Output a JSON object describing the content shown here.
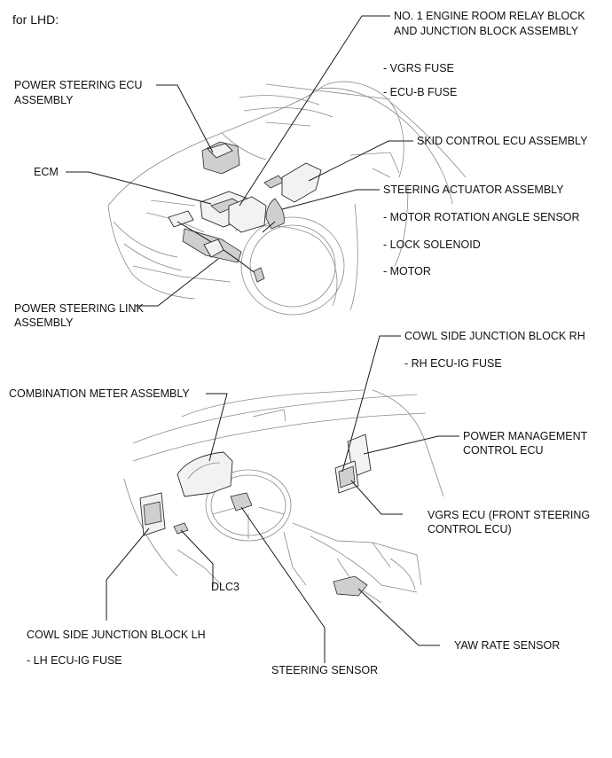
{
  "header": "for LHD:",
  "top_labels": {
    "relay_block_1": "NO. 1 ENGINE ROOM RELAY BLOCK",
    "relay_block_2": "AND JUNCTION BLOCK ASSEMBLY",
    "vgrs_fuse": "- VGRS FUSE",
    "ecu_b_fuse": "- ECU-B FUSE",
    "ps_ecu_1": "POWER STEERING ECU",
    "ps_ecu_2": "ASSEMBLY",
    "skid_control": "SKID CONTROL ECU ASSEMBLY",
    "ecm": "ECM",
    "steering_actuator": "STEERING ACTUATOR ASSEMBLY",
    "motor_rotation": "- MOTOR ROTATION ANGLE SENSOR",
    "lock_solenoid": "- LOCK SOLENOID",
    "motor": "- MOTOR",
    "ps_link_1": "POWER STEERING LINK",
    "ps_link_2": "ASSEMBLY"
  },
  "bottom_labels": {
    "cowl_rh": "COWL SIDE JUNCTION BLOCK RH",
    "rh_fuse": "- RH ECU-IG FUSE",
    "combination_meter": "COMBINATION METER ASSEMBLY",
    "power_mgmt_1": "POWER MANAGEMENT",
    "power_mgmt_2": "CONTROL ECU",
    "vgrs_ecu_1": "VGRS ECU (FRONT STEERING",
    "vgrs_ecu_2": "CONTROL ECU)",
    "dlc3": "DLC3",
    "cowl_lh": "COWL SIDE JUNCTION BLOCK LH",
    "lh_fuse": "- LH ECU-IG FUSE",
    "yaw_rate": "YAW RATE SENSOR",
    "steering_sensor": "STEERING SENSOR"
  }
}
